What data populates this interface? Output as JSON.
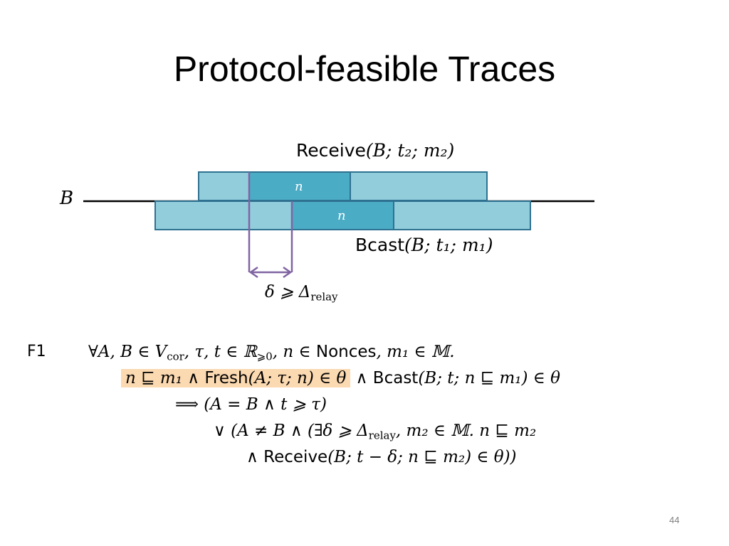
{
  "slide": {
    "title": "Protocol-feasible Traces",
    "page_number": "44"
  },
  "diagram": {
    "node_label": "B",
    "receive_label_fn": "Receive",
    "receive_label_args": "(B; t₂; m₂)",
    "bcast_label_fn": "Bcast",
    "bcast_label_args": "(B; t₁; m₁)",
    "nonce_top": "n",
    "nonce_bottom": "n",
    "delta_label": "δ ⩾ Δ",
    "delta_subscript": "relay",
    "colors": {
      "bar_light": "#92cddc",
      "bar_dark": "#4bacc6",
      "bar_border": "#2e7190",
      "bracket": "#8064a2",
      "highlight": "#fbd9b1"
    }
  },
  "formula": {
    "label": "F1",
    "line1_a": "∀A, B ∈ V",
    "line1_sub": "cor",
    "line1_b": ", τ, t ∈ ℝ",
    "line1_sub2": "⩾0",
    "line1_c": ", n ∈ ",
    "line1_nonces": "Nonces",
    "line1_d": ", m₁ ∈ 𝕄.",
    "line2_hl_a": "n ⊑ m₁  ∧  ",
    "line2_fresh": "Fresh",
    "line2_hl_b": "(A; τ; n) ∈ θ",
    "line2_c": "  ∧  ",
    "line2_bcast": "Bcast",
    "line2_d": "(B; t; n ⊑ m₁) ∈ θ",
    "line3": "⟹  (A = B  ∧  t ⩾ τ)",
    "line4_a": "∨  (A ≠ B  ∧  (∃δ ⩾ Δ",
    "line4_sub": "relay",
    "line4_b": ", m₂ ∈ 𝕄.  n ⊑ m₂",
    "line5_a": "∧  ",
    "line5_receive": "Receive",
    "line5_b": "(B; t − δ; n ⊑ m₂) ∈ θ))"
  }
}
